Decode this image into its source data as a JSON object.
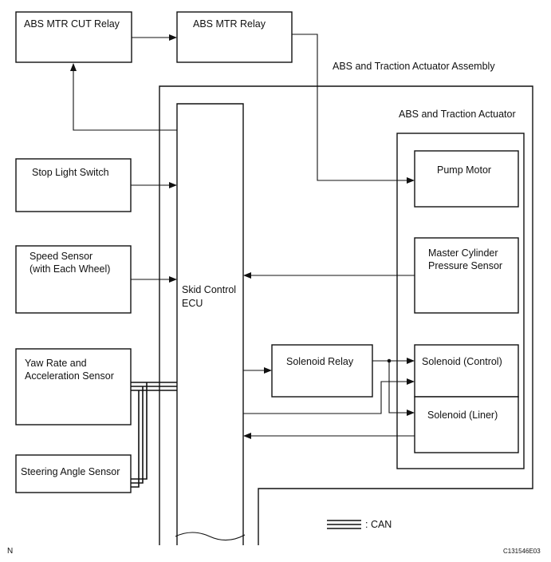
{
  "blocks": {
    "abs_mtr_cut_relay": "ABS MTR CUT Relay",
    "abs_mtr_relay": "ABS MTR Relay",
    "actuator_assembly": "ABS and Traction Actuator Assembly",
    "actuator": "ABS and Traction Actuator",
    "stop_light_switch": "Stop Light Switch",
    "speed_sensor_1": "Speed Sensor",
    "speed_sensor_2": "(with Each Wheel)",
    "yaw_rate_1": "Yaw Rate and",
    "yaw_rate_2": "Acceleration Sensor",
    "steering_angle_sensor": "Steering Angle Sensor",
    "skid_control_1": "Skid Control",
    "skid_control_2": "ECU",
    "pump_motor": "Pump Motor",
    "master_cyl_1": "Master Cylinder",
    "master_cyl_2": "Pressure Sensor",
    "solenoid_relay": "Solenoid Relay",
    "solenoid_control": "Solenoid (Control)",
    "solenoid_liner": "Solenoid (Liner)"
  },
  "legend": {
    "can_label": ": CAN"
  },
  "footer": {
    "left_mark": "N",
    "figure_id": "C131546E03"
  }
}
